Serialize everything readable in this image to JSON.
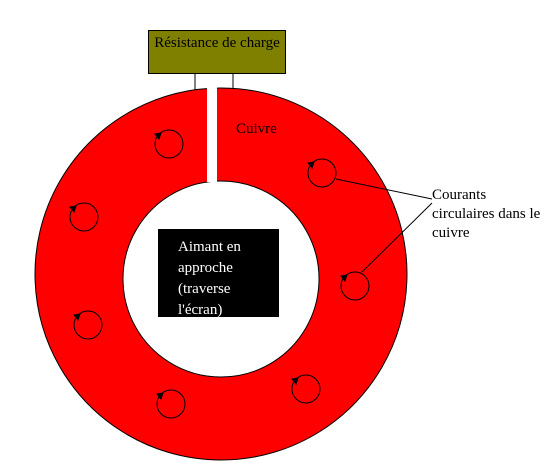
{
  "load": {
    "label": "Résistance de charge"
  },
  "copper": {
    "label": "Cuivre",
    "color": "#ff0000"
  },
  "magnet": {
    "label": "Aimant en approche (traverse l'écran)"
  },
  "currents": {
    "label": "Courants circulaires dans le cuivre"
  },
  "colors": {
    "ring": "#ff0000",
    "load": "#808000",
    "magnet": "#000000",
    "background": "#ffffff"
  }
}
